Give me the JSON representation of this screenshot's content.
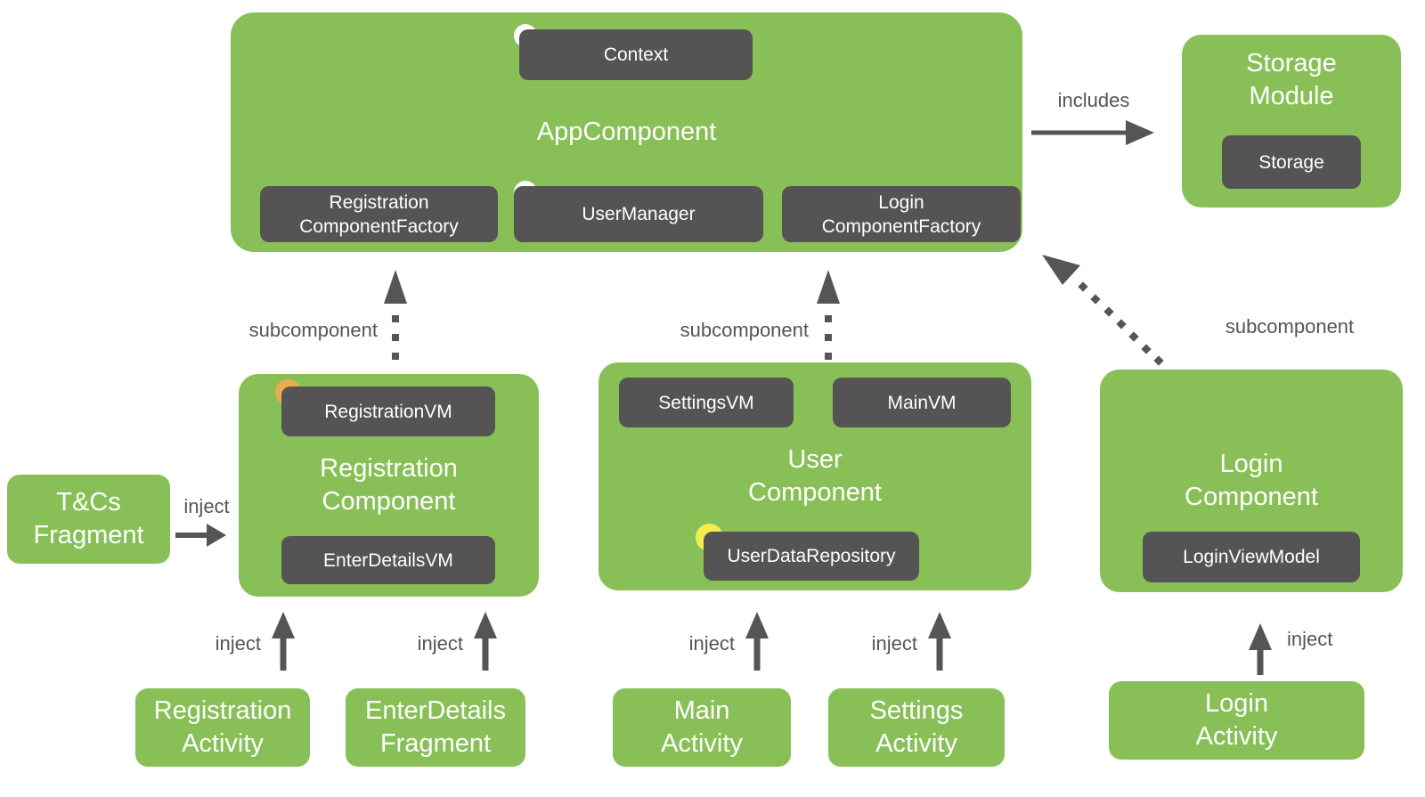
{
  "colors": {
    "node_green": "#88C057",
    "chip_dark": "#555353",
    "arrow_gray": "#555555",
    "dot_white": "#FFFFFF",
    "dot_orange": "#EFA94E",
    "dot_yellow": "#F2EC4F",
    "background": "#FFFFFF"
  },
  "relations": {
    "includes": "includes",
    "subcomponent": "subcomponent",
    "inject": "inject"
  },
  "app_component": {
    "title": "AppComponent",
    "chips": {
      "context": "Context",
      "user_manager": "UserManager",
      "registration_factory": {
        "line1": "Registration",
        "line2": "ComponentFactory"
      },
      "login_factory": {
        "line1": "Login",
        "line2": "ComponentFactory"
      }
    }
  },
  "storage_module": {
    "title": {
      "line1": "Storage",
      "line2": "Module"
    },
    "chips": {
      "storage": "Storage"
    }
  },
  "registration_component": {
    "title": {
      "line1": "Registration",
      "line2": "Component"
    },
    "chips": {
      "registration_vm": "RegistrationVM",
      "enter_details_vm": "EnterDetailsVM"
    }
  },
  "user_component": {
    "title": {
      "line1": "User",
      "line2": "Component"
    },
    "chips": {
      "settings_vm": "SettingsVM",
      "main_vm": "MainVM",
      "user_data_repository": "UserDataRepository"
    }
  },
  "login_component": {
    "title": {
      "line1": "Login",
      "line2": "Component"
    },
    "chips": {
      "login_view_model": "LoginViewModel"
    }
  },
  "tcs_fragment": {
    "title": {
      "line1": "T&Cs",
      "line2": "Fragment"
    }
  },
  "bottom_row": {
    "registration_activity": {
      "line1": "Registration",
      "line2": "Activity"
    },
    "enter_details_fragment": {
      "line1": "EnterDetails",
      "line2": "Fragment"
    },
    "main_activity": {
      "line1": "Main",
      "line2": "Activity"
    },
    "settings_activity": {
      "line1": "Settings",
      "line2": "Activity"
    },
    "login_activity": {
      "line1": "Login",
      "line2": "Activity"
    }
  }
}
